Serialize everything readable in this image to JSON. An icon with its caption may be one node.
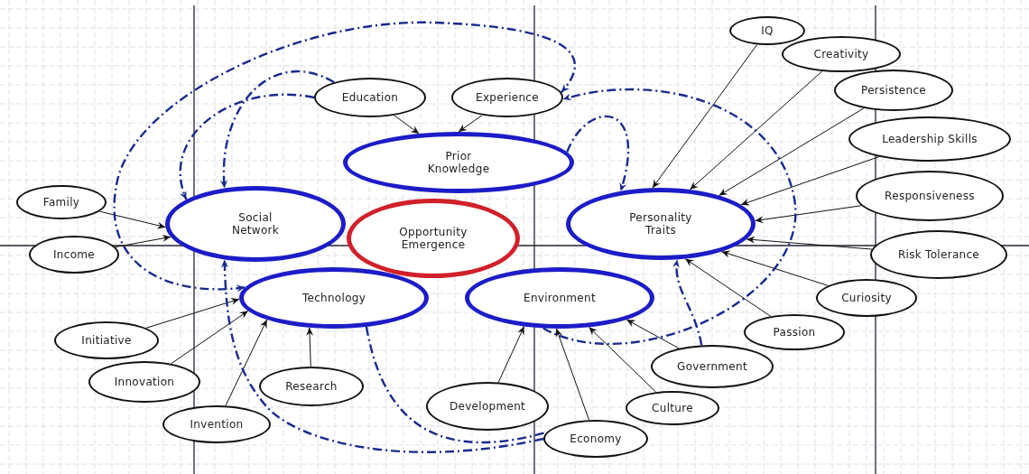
{
  "diagram": {
    "nodes": [
      {
        "text": [
          "Opportunity Emergence"
        ]
      },
      {
        "text": [
          "Prior Knowledge"
        ]
      },
      {
        "text": [
          "Social Network"
        ]
      },
      {
        "text": [
          "Personality Traits"
        ]
      },
      {
        "text": [
          "Technology"
        ]
      },
      {
        "text": [
          "Environment"
        ]
      },
      {
        "text": [
          "Education"
        ]
      },
      {
        "text": [
          "Experience"
        ]
      },
      {
        "text": [
          "Family"
        ]
      },
      {
        "text": [
          "Income"
        ]
      },
      {
        "text": [
          "IQ"
        ]
      },
      {
        "text": [
          "Creativity"
        ]
      },
      {
        "text": [
          "Persistence"
        ]
      },
      {
        "text": [
          "Leadership Skills"
        ]
      },
      {
        "text": [
          "Responsiveness"
        ]
      },
      {
        "text": [
          "Risk Tolerance"
        ]
      },
      {
        "text": [
          "Curiosity"
        ]
      },
      {
        "text": [
          "Passion"
        ]
      },
      {
        "text": [
          "Government"
        ]
      },
      {
        "text": [
          "Culture"
        ]
      },
      {
        "text": [
          "Economy"
        ]
      },
      {
        "text": [
          "Development"
        ]
      },
      {
        "text": [
          "Research"
        ]
      },
      {
        "text": [
          "Invention"
        ]
      },
      {
        "text": [
          "Innovation"
        ]
      },
      {
        "text": [
          "Initiative"
        ]
      }
    ],
    "edges": [
      {
        "from": 8,
        "to": 2,
        "arrow": "to"
      },
      {
        "from": 9,
        "to": 2,
        "arrow": "to"
      },
      {
        "from": 10,
        "to": 3,
        "arrow": "to"
      },
      {
        "from": 11,
        "to": 3,
        "arrow": "to"
      },
      {
        "from": 12,
        "to": 3,
        "arrow": "to"
      },
      {
        "from": 13,
        "to": 3,
        "arrow": "to"
      },
      {
        "from": 14,
        "to": 3,
        "arrow": "to"
      },
      {
        "from": 15,
        "to": 3,
        "arrow": "to"
      },
      {
        "from": 16,
        "to": 3,
        "arrow": "to"
      },
      {
        "from": 17,
        "to": 3,
        "arrow": "to"
      },
      {
        "from": 18,
        "to": 5,
        "arrow": "to"
      },
      {
        "from": 19,
        "to": 5,
        "arrow": "to"
      },
      {
        "from": 20,
        "to": 5,
        "arrow": "to"
      },
      {
        "from": 21,
        "to": 5,
        "arrow": "to"
      },
      {
        "from": 22,
        "to": 4,
        "arrow": "to"
      },
      {
        "from": 23,
        "to": 4,
        "arrow": "to"
      },
      {
        "from": 24,
        "to": 4,
        "arrow": "to"
      },
      {
        "from": 25,
        "to": 4,
        "arrow": "to"
      },
      {
        "from": 6,
        "to": 1,
        "arrow": "to"
      },
      {
        "from": 7,
        "to": 1,
        "arrow": "to"
      },
      {
        "from": 6,
        "to": 2,
        "arrow": "to",
        "style": "dashed",
        "color": "#1a2a8c"
      },
      {
        "from": 6,
        "to": 2,
        "arrow": "to",
        "style": "dashed",
        "color": "#1a2a8c"
      },
      {
        "from": 4,
        "to": 7,
        "arrow": "both",
        "style": "dashed",
        "color": "#1a2a8c"
      },
      {
        "from": 5,
        "to": 7,
        "arrow": "to",
        "style": "dashed",
        "color": "#1a2a8c"
      },
      {
        "from": 1,
        "to": 3,
        "arrow": "to",
        "style": "dashed",
        "color": "#1a2a8c"
      },
      {
        "from": 18,
        "to": 3,
        "arrow": "to",
        "style": "dashed",
        "color": "#1a2a8c"
      },
      {
        "from": 20,
        "to": 2,
        "arrow": "to",
        "style": "dashed",
        "color": "#1a2a8c"
      },
      {
        "from": 4,
        "to": 20,
        "arrow": "none",
        "style": "dashed",
        "color": "#1a2a8c"
      }
    ]
  }
}
